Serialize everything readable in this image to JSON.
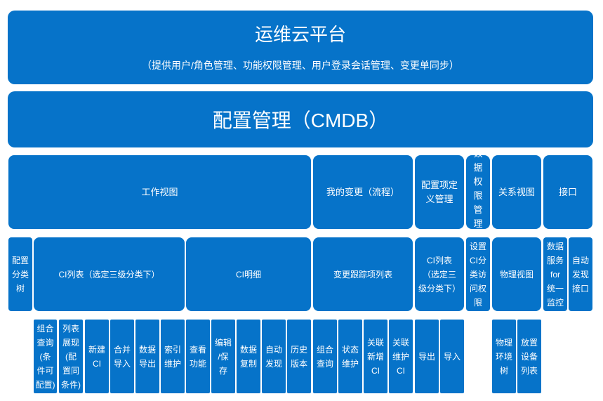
{
  "colors": {
    "block": "#0673c9",
    "text": "#ffffff",
    "background": "#ffffff"
  },
  "header": {
    "title": "运维云平台",
    "subtitle": "（提供用户/角色管理、功能权限管理、用户登录会话管理、变更单同步）"
  },
  "cmdb": {
    "title": "配置管理（CMDB）"
  },
  "level1": [
    "工作视图",
    "我的变更（流程）",
    "配置项定\n义管理",
    "数\n据\n权\n限\n管\n理",
    "关系视图",
    "接口"
  ],
  "level2": [
    "配置\n分类\n树",
    "CI列表（选定三级分类下）",
    "CI明细",
    "变更跟踪项列表",
    "CI列表\n（选定三\n级分类下）",
    "设置\nCI分\n类访\n问权\n限",
    "物理视图",
    "数据\n服务\nfor\n统一\n监控",
    "自动\n发现\n接口"
  ],
  "level3": [
    "组合\n查询\n(条\n件可\n配置)",
    "列表\n展现\n(配\n置同\n条件)",
    "新建\nCI",
    "合并\n导入",
    "数据\n导出",
    "索引\n维护",
    "查看\n功能",
    "编辑\n/保\n存",
    "数据\n复制",
    "自动\n发现",
    "历史\n版本",
    "组合\n查询",
    "状态\n维护",
    "关联\n新增\nCI",
    "关联\n维护\nCI",
    "导出",
    "导入",
    "物理\n环境\n树",
    "放置\n设备\n列表"
  ]
}
